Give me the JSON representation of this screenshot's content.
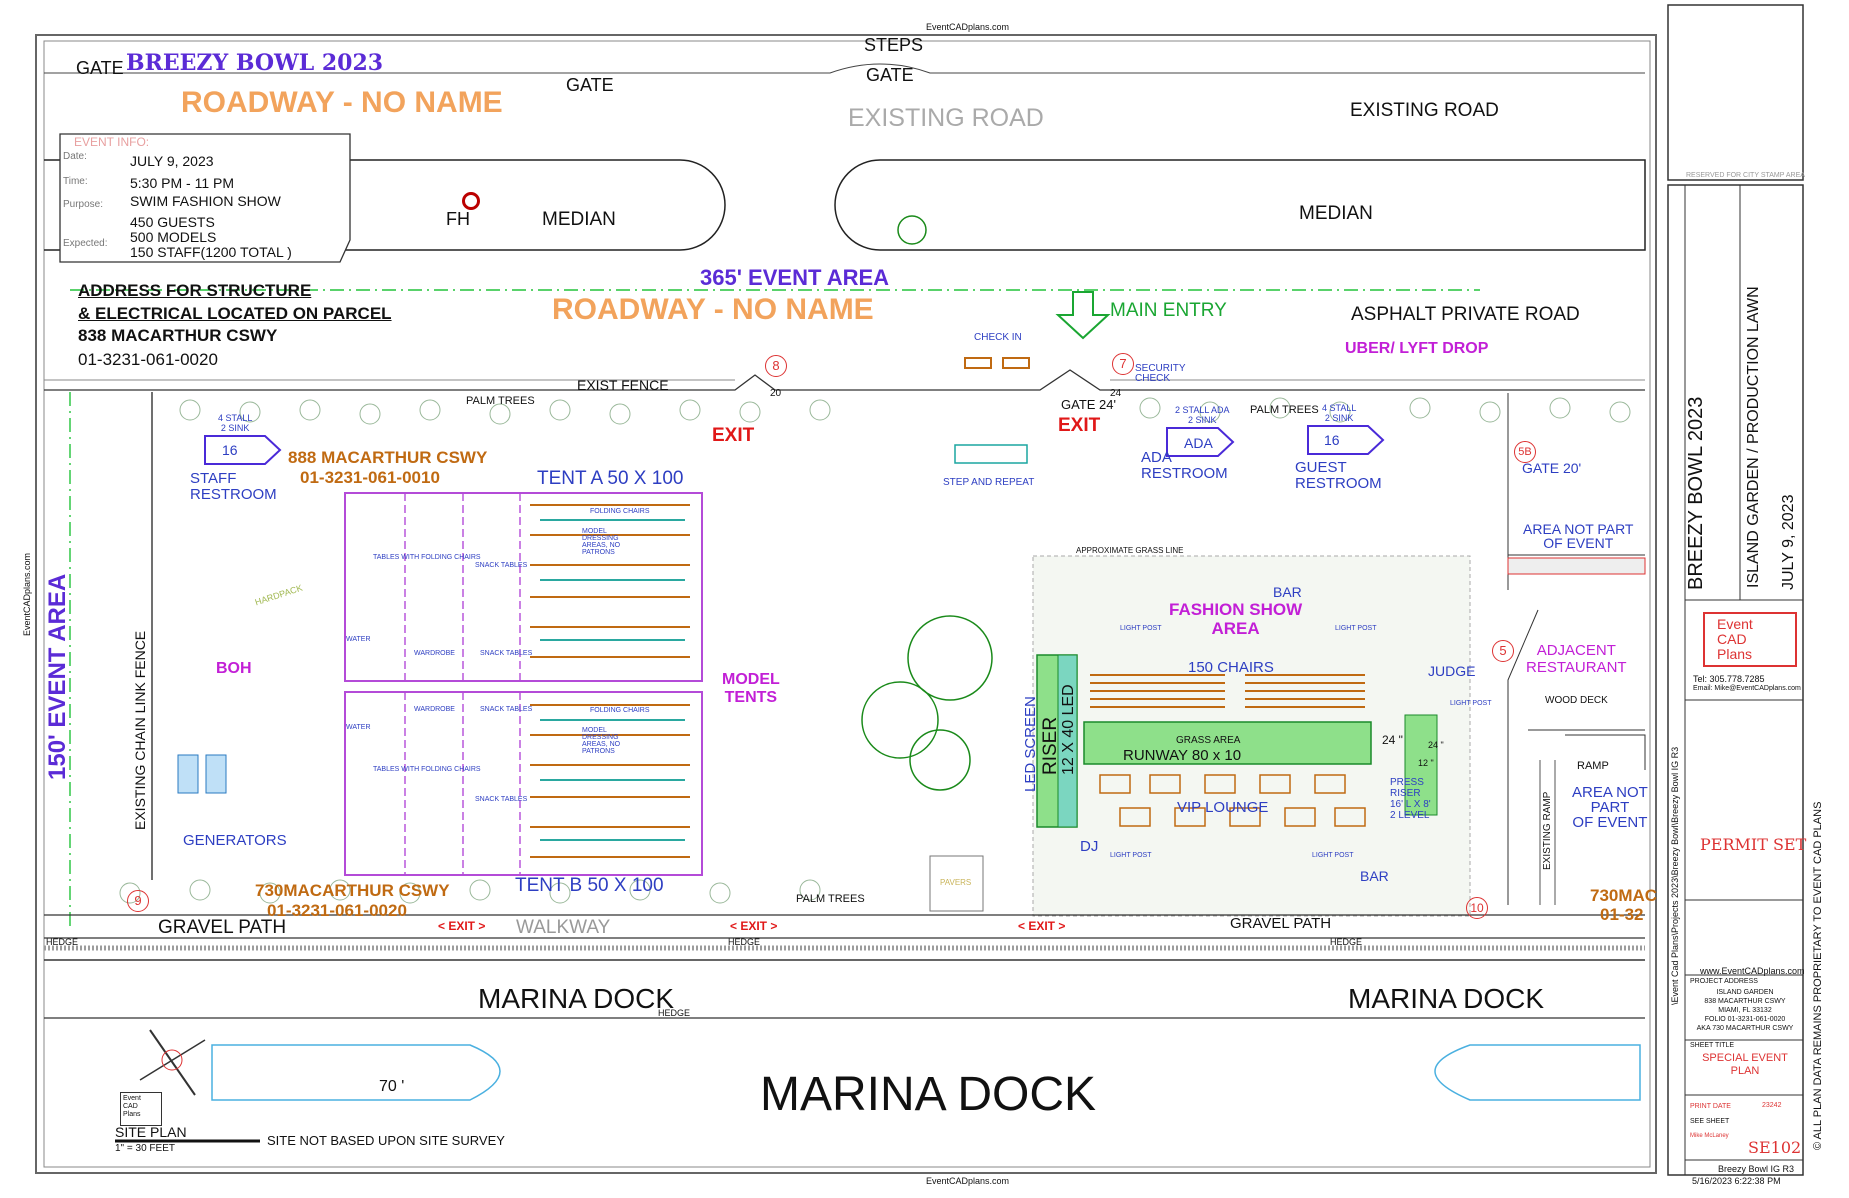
{
  "header_small": "EventCADplans.com",
  "footer_small": "EventCADplans.com",
  "left_small": "EventCADplans.com",
  "event_title": "BREEZY BOWL 2023",
  "gates": {
    "gate_left": "GATE",
    "gate_mid": "GATE",
    "steps": "STEPS",
    "gate_top": "GATE"
  },
  "roads": {
    "roadway_top": "ROADWAY - NO NAME",
    "roadway_bottom": "ROADWAY - NO NAME",
    "existing_road_faded": "EXISTING ROAD",
    "existing_road": "EXISTING ROAD",
    "median_left": "MEDIAN",
    "median_right": "MEDIAN",
    "asphalt": "ASPHALT PRIVATE ROAD",
    "fh": "FH"
  },
  "event_info": {
    "heading": "EVENT INFO:",
    "date_label": "Date:",
    "date": "JULY 9, 2023",
    "time_label": "Time:",
    "time": "5:30 PM - 11 PM",
    "purpose_label": "Purpose:",
    "purpose": "SWIM FASHION SHOW",
    "expected_label": "Expected:",
    "guests": "450 GUESTS",
    "models": "500 MODELS",
    "staff": "150 STAFF(1200 TOTAL )"
  },
  "address": {
    "line1": "ADDRESS FOR  STRUCTURE",
    "line2": "& ELECTRICAL LOCATED ON PARCEL",
    "line3": "838 MACARTHUR CSWY",
    "line4": "01-3231-061-0020"
  },
  "event_area_365": "365' EVENT AREA",
  "event_area_150": "150' EVENT AREA",
  "entry": {
    "main_entry": "MAIN ENTRY",
    "check_in": "CHECK IN",
    "security": "SECURITY CHECK",
    "uber": "UBER/ LYFT DROP",
    "gate24": "GATE 24'",
    "exit1": "EXIT",
    "exit2": "EXIT",
    "n8": "8",
    "n7": "7",
    "n20": "20",
    "n24": "24"
  },
  "fence": {
    "exist_fence": "EXIST FENCE",
    "palm_trees": "PALM TREES",
    "palm_trees2": "PALM TREES",
    "palm_trees3": "PALM TREES",
    "chain_link": "EXISTING CHAIN LINK FENCE"
  },
  "restrooms": {
    "staff_top": "4 STALL",
    "staff_top2": "2 SINK",
    "staff_num": "16",
    "staff_label1": "STAFF",
    "staff_label2": "RESTROOM",
    "ada_top": "2 STALL ADA",
    "ada_top2": "2 SINK",
    "ada_num": "ADA",
    "ada_label1": "ADA",
    "ada_label2": "RESTROOM",
    "guest_top": "4 STALL",
    "guest_top2": "2 SINK",
    "guest_num": "16",
    "guest_label1": "GUEST",
    "guest_label2": "RESTROOM"
  },
  "parcels": {
    "p888": "888 MACARTHUR CSWY",
    "p888_folio": "01-3231-061-0010",
    "p730": "730MACARTHUR CSWY",
    "p730_folio": "01-3231-061-0020",
    "p730_right": "730MAC",
    "p730_right_folio": "01-32"
  },
  "tents": {
    "tent_a": "TENT A  50 X 100",
    "tent_b": "TENT B  50 X 100",
    "model_tents1": "MODEL",
    "model_tents2": "TENTS",
    "folding_chairs": "FOLDING CHAIRS",
    "model_dressing": "MODEL DRESSING AREAS, NO PATRONS",
    "tables_folding": "TABLES WITH FOLDING CHAIRS",
    "snack_tables": "SNACK TABLES",
    "wardrobe": "WARDROBE",
    "water": "WATER"
  },
  "areas": {
    "boh": "BOH",
    "hardpack": "HARDPACK",
    "generators": "GENERATORS",
    "step_repeat": "STEP AND REPEAT",
    "grass_line": "APPROXIMATE GRASS LINE",
    "bar_top": "BAR",
    "fashion1": "FASHION SHOW",
    "fashion2": "AREA",
    "chairs150": "150 CHAIRS",
    "judge": "JUDGE",
    "light_post": "LIGHT POST",
    "led_screen": "LED SCREEN",
    "riser": "RISER",
    "riser_size": "12 X 40 LED",
    "grass_area": "GRASS AREA",
    "runway": "RUNWAY  80 x 10",
    "vip": "VIP LOUNGE",
    "dj": "DJ",
    "press1": "PRESS",
    "press2": "RISER",
    "press3": "16' L X 8'",
    "press4": "2 LEVEL",
    "bar_bottom": "BAR",
    "pavers": "PAVERS",
    "d24a": "24 \"",
    "d24b": "24 \"",
    "d12": "12 \""
  },
  "right_side": {
    "gate20": "GATE 20'",
    "n5b": "5B",
    "not_part1": "AREA NOT PART",
    "not_part2": "OF EVENT",
    "n5": "5",
    "adjacent1": "ADJACENT",
    "adjacent2": "RESTAURANT",
    "wood_deck": "WOOD DECK",
    "ramp": "RAMP",
    "not_part3": "AREA NOT",
    "not_part4": "PART",
    "not_part5": "OF EVENT",
    "existing_ramp": "EXISTING RAMP",
    "n10": "10",
    "n9": "9"
  },
  "bottom": {
    "gravel_left": "GRAVEL PATH",
    "walkway": "WALKWAY",
    "gravel_right": "GRAVEL PATH",
    "exit": "< EXIT >",
    "hedge": "HEDGE",
    "marina_left": "MARINA DOCK",
    "marina_right": "MARINA DOCK",
    "marina_big": "MARINA DOCK",
    "dist70": "70 '",
    "site_plan": "SITE PLAN",
    "scale": "1\" = 30 FEET",
    "not_survey": "SITE NOT BASED UPON SITE SURVEY"
  },
  "title_block": {
    "stamp": "RESERVED FOR CITY STAMP AREA",
    "event": "BREEZY BOWL 2023",
    "venue": "ISLAND GARDEN / PRODUCTION LAWN",
    "date": "JULY 9, 2023",
    "logo1": "Event",
    "logo2": "CAD",
    "logo3": "Plans",
    "tel": "Tel:    305.778.7285",
    "email": "Email: Mike@EventCADplans.com",
    "path": "\\Event Cad Plans\\Projects 2023\\Breezy Bowl\\Breezy Bowl IG R3",
    "permit": "PERMIT SET",
    "website": "www.EventCADplans.com",
    "project_address_label": "PROJECT ADDRESS",
    "pa1": "ISLAND GARDEN",
    "pa2": "838 MACARTHUR CSWY",
    "pa3": "MIAMI, FL 33132",
    "pa4": "FOLIO 01-3231-061-0020",
    "pa5": "AKA 730 MACARTHUR CSWY",
    "sheet_title_label": "SHEET TITLE",
    "sheet_title1": "SPECIAL EVENT",
    "sheet_title2": "PLAN",
    "print_date": "PRINT DATE",
    "job_no": "23242",
    "see_sheet": "SEE SHEET",
    "drawn": "Mike McLaney",
    "sheet_no": "SE102",
    "rights": "© ALL PLAN DATA REMAINS PROPRIETARY TO EVENT CAD PLANS",
    "file": "Breezy Bowl IG R3",
    "timestamp": "5/16/2023 6:22:38 PM"
  },
  "colors": {
    "tent": "#b44bd8",
    "runway": "#8ee08a",
    "exit": "#e01818",
    "purple": "#5b2bd6",
    "orange": "#f2a35c"
  }
}
